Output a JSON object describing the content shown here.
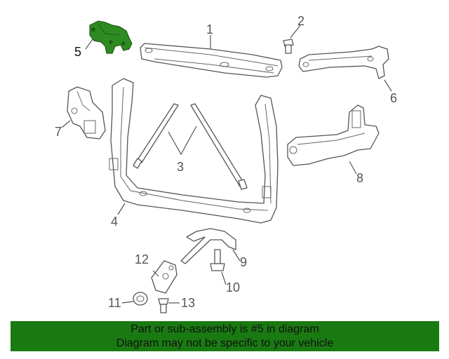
{
  "diagram": {
    "callouts": [
      {
        "id": "1",
        "text": "1"
      },
      {
        "id": "2",
        "text": "2"
      },
      {
        "id": "3",
        "text": "3"
      },
      {
        "id": "4",
        "text": "4"
      },
      {
        "id": "5",
        "text": "5"
      },
      {
        "id": "6",
        "text": "6"
      },
      {
        "id": "7",
        "text": "7"
      },
      {
        "id": "8",
        "text": "8"
      },
      {
        "id": "9",
        "text": "9"
      },
      {
        "id": "10",
        "text": "10"
      },
      {
        "id": "11",
        "text": "11"
      },
      {
        "id": "12",
        "text": "12"
      },
      {
        "id": "13",
        "text": "13"
      }
    ],
    "highlight_part": "5",
    "highlight_color": "#2e8b22",
    "line_color": "#555555"
  },
  "banner": {
    "line1": "Part or sub-assembly is #5 in diagram",
    "line2": "Diagram may not be specific to your vehicle",
    "background": "#1a7a12"
  }
}
